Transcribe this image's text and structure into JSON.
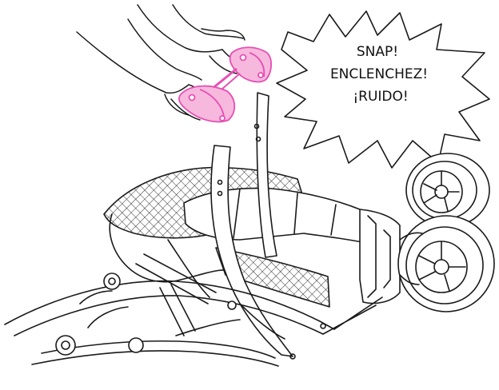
{
  "callout": {
    "lines": [
      "SNAP!",
      "ENCLENCHEZ!",
      "¡RUIDO!"
    ]
  },
  "colors": {
    "line": "#1a1a1a",
    "highlight_part": "#e64fb4",
    "highlight_fill": "#f7b8de",
    "background": "#ffffff"
  },
  "icons": {
    "hands": "hands-icon",
    "part": "pink-bracket-icon",
    "stroller": "stroller-icon"
  }
}
